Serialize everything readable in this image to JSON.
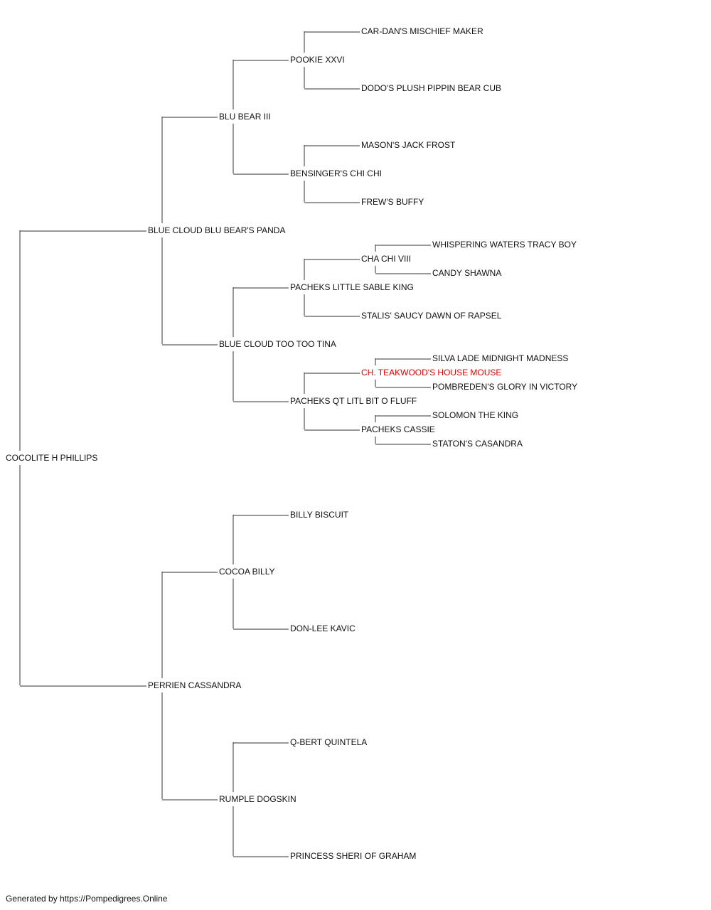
{
  "pedigree": {
    "name": "COCOLITE H PHILLIPS",
    "children": [
      {
        "name": "BLUE CLOUD BLU BEAR'S PANDA",
        "children": [
          {
            "name": "BLU BEAR III",
            "children": [
              {
                "name": "POOKIE XXVI",
                "children": [
                  {
                    "name": "CAR-DAN'S MISCHIEF MAKER"
                  },
                  {
                    "name": "DODO'S PLUSH PIPPIN BEAR CUB"
                  }
                ]
              },
              {
                "name": "BENSINGER'S CHI CHI",
                "children": [
                  {
                    "name": "MASON'S JACK FROST"
                  },
                  {
                    "name": "FREW'S BUFFY"
                  }
                ]
              }
            ]
          },
          {
            "name": "BLUE CLOUD TOO TOO TINA",
            "children": [
              {
                "name": "PACHEKS LITTLE SABLE KING",
                "children": [
                  {
                    "name": "CHA CHI VIII",
                    "children": [
                      {
                        "name": "WHISPERING WATERS TRACY BOY"
                      },
                      {
                        "name": "CANDY SHAWNA"
                      }
                    ]
                  },
                  {
                    "name": "STALIS' SAUCY DAWN OF RAPSEL"
                  }
                ]
              },
              {
                "name": "PACHEKS QT LITL BIT O FLUFF",
                "children": [
                  {
                    "name": "CH. TEAKWOOD'S HOUSE MOUSE",
                    "highlight": true,
                    "children": [
                      {
                        "name": "SILVA LADE MIDNIGHT MADNESS"
                      },
                      {
                        "name": "POMBREDEN'S GLORY IN VICTORY"
                      }
                    ]
                  },
                  {
                    "name": "PACHEKS CASSIE",
                    "children": [
                      {
                        "name": "SOLOMON THE KING"
                      },
                      {
                        "name": "STATON'S CASANDRA"
                      }
                    ]
                  }
                ]
              }
            ]
          }
        ]
      },
      {
        "name": "PERRIEN CASSANDRA",
        "children": [
          {
            "name": "COCOA BILLY",
            "children": [
              {
                "name": "BILLY BISCUIT"
              },
              {
                "name": "DON-LEE KAVIC"
              }
            ]
          },
          {
            "name": "RUMPLE DOGSKIN",
            "children": [
              {
                "name": "Q-BERT QUINTELA"
              },
              {
                "name": "PRINCESS SHERI OF GRAHAM"
              }
            ]
          }
        ]
      }
    ]
  },
  "highlight_color": "#e00000",
  "line_color": "#333333",
  "footer": "Generated by https://Pompedigrees.Online"
}
